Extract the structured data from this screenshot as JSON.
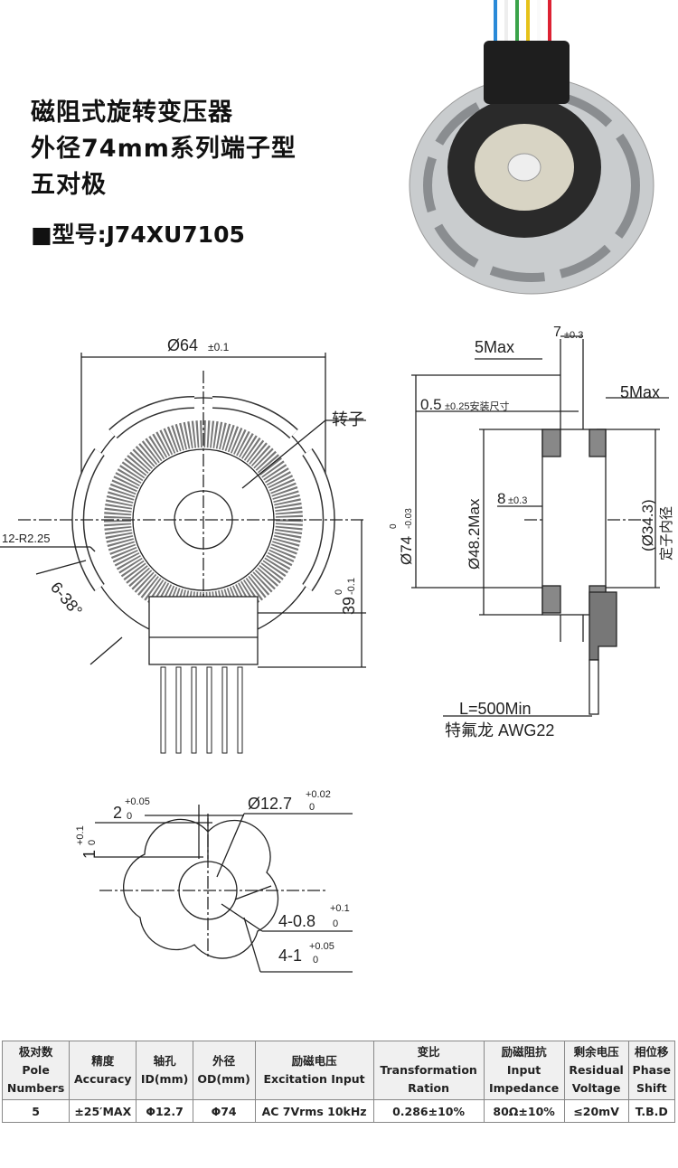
{
  "title": {
    "line1": "磁阻式旋转变压器",
    "line2": "外径74mm系列端子型",
    "line3": "五对极",
    "model": "■型号:J74XU7105"
  },
  "front_view": {
    "od_dim": "Ø64",
    "od_tol": "±0.1",
    "rotor_label": "转子",
    "slot_dim": "12-R2.25",
    "angle_dim": "6-38°",
    "height_dim": "39",
    "height_tol_up": "0",
    "height_tol_low": "-0.1"
  },
  "side_view": {
    "max5a": "5Max",
    "thick": "7",
    "thick_tol": "±0.3",
    "max5b": "5Max",
    "mount": "0.5",
    "mount_tol": "±0.25安装尺寸",
    "od": "Ø74",
    "od_tol_up": "0",
    "od_tol_low": "-0.03",
    "h48": "Ø48.2Max",
    "w8": "8",
    "w8_tol": "±0.3",
    "stator_id": "(Ø34.3)",
    "stator_label": "定子内径",
    "lead": "L=500Min",
    "wire": "特氟龙 AWG22"
  },
  "rotor_view": {
    "d2": "2",
    "d2_up": "+0.05",
    "d2_low": "0",
    "d1": "1",
    "d1_up": "+0.1",
    "d1_low": "0",
    "bore": "Ø12.7",
    "bore_up": "+0.02",
    "bore_low": "0",
    "k1": "4-0.8",
    "k1_up": "+0.1",
    "k1_low": "0",
    "k2": "4-1",
    "k2_up": "+0.05",
    "k2_low": "0"
  },
  "spec_table": {
    "headers": [
      [
        "极对数",
        "Pole",
        "Numbers"
      ],
      [
        "精度",
        "Accuracy"
      ],
      [
        "轴孔",
        "ID(mm)"
      ],
      [
        "外径",
        "OD(mm)"
      ],
      [
        "励磁电压",
        "Excitation Input"
      ],
      [
        "变比",
        "Transformation",
        "Ration"
      ],
      [
        "励磁阻抗",
        "Input",
        "Impedance"
      ],
      [
        "剩余电压",
        "Residual",
        "Voltage"
      ],
      [
        "相位移",
        "Phase",
        "Shift"
      ]
    ],
    "values": [
      "5",
      "±25′MAX",
      "Φ12.7",
      "Φ74",
      "AC 7Vrms 10kHz",
      "0.286±10%",
      "80Ω±10%",
      "≤20mV",
      "T.B.D"
    ]
  }
}
